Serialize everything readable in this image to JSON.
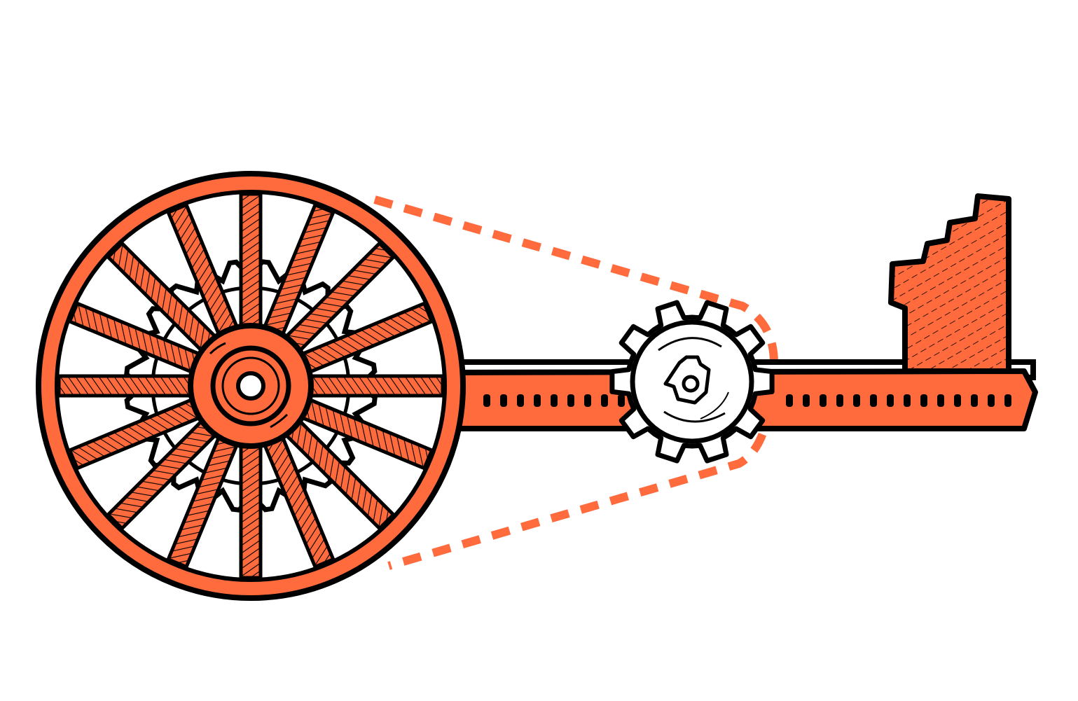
{
  "illustration": {
    "subject": "key-wheel-gear",
    "wheel": {
      "spoke_count": 16,
      "gear_teeth": 24
    },
    "pinion": {
      "gear_teeth": 10
    },
    "colors": {
      "accent": "#FF6B3D",
      "ink": "#000000",
      "background": "#FFFFFF",
      "belt": "#FF6B3D"
    }
  }
}
